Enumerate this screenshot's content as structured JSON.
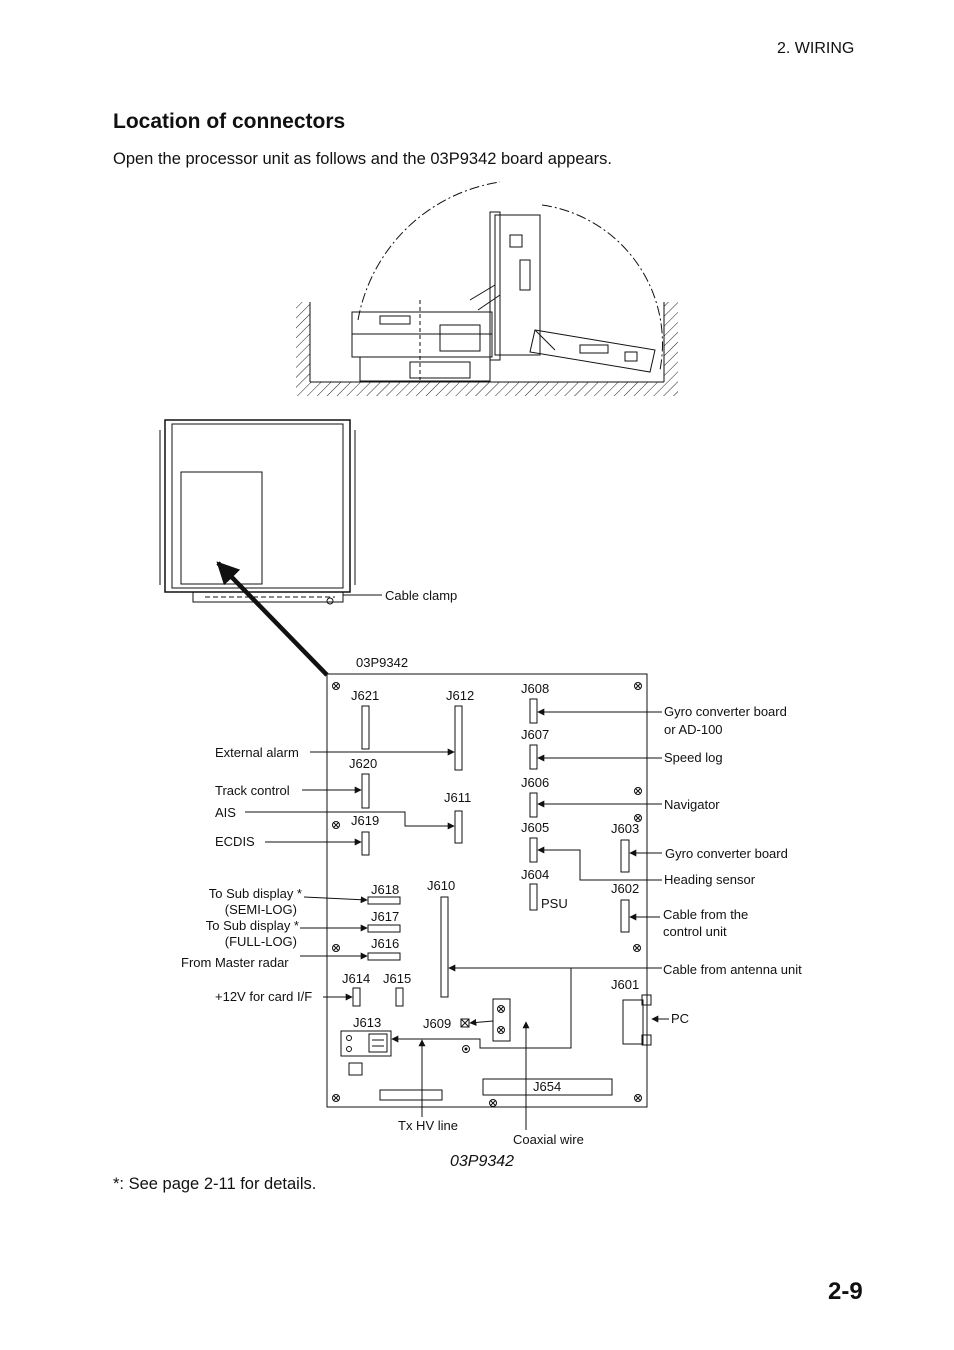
{
  "header": {
    "section": "2.  WIRING"
  },
  "heading": "Location of connectors",
  "intro": "Open the processor unit as follows and the 03P9342 board appears.",
  "footnote": "*: See page 2-11 for details.",
  "page_number": "2-9",
  "figure": {
    "caption": "03P9342",
    "board_label": "03P9342",
    "cable_clamp": "Cable clamp",
    "connectors": {
      "j621": "J621",
      "j612": "J612",
      "j608": "J608",
      "j607": "J607",
      "j620": "J620",
      "j606": "J606",
      "j611": "J611",
      "j619": "J619",
      "j605": "J605",
      "j603": "J603",
      "j604": "J604",
      "j618": "J618",
      "j610": "J610",
      "j602": "J602",
      "j617": "J617",
      "j616": "J616",
      "j614": "J614",
      "j615": "J615",
      "j601": "J601",
      "j613": "J613",
      "j609": "J609",
      "j654": "J654",
      "psu": "PSU"
    },
    "labels": {
      "external_alarm": "External alarm",
      "track_control": "Track control",
      "ais": "AIS",
      "ecdis": "ECDIS",
      "sub_semi_1": "To Sub display *",
      "sub_semi_2": "(SEMI-LOG)",
      "sub_full_1": "To Sub display *",
      "sub_full_2": "(FULL-LOG)",
      "master_radar": "From Master radar",
      "card_if": "+12V for card I/F",
      "gyro_ad_1": "Gyro converter board",
      "gyro_ad_2": "or AD-100",
      "speed_log": "Speed log",
      "navigator": "Navigator",
      "gyro_conv": "Gyro converter board",
      "heading_sensor": "Heading sensor",
      "cable_ctrl_1": "Cable from the",
      "cable_ctrl_2": "control unit",
      "cable_antenna": "Cable from antenna unit",
      "pc": "PC",
      "tx_hv": "Tx HV line",
      "coax": "Coaxial wire"
    }
  }
}
